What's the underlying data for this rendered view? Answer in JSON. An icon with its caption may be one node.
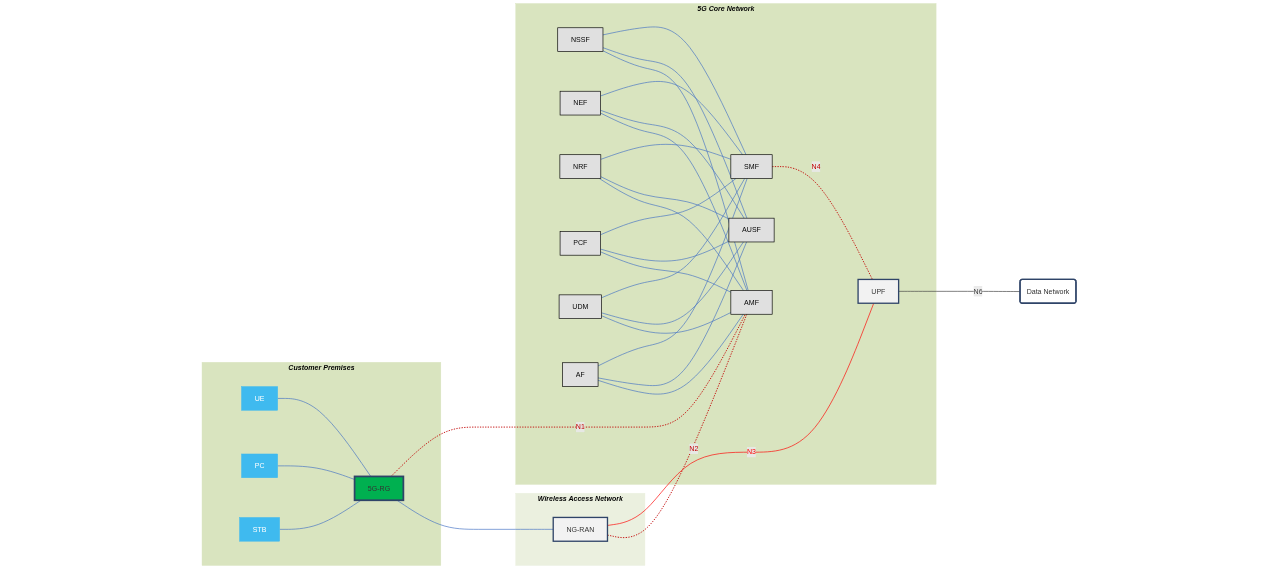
{
  "diagram": {
    "nodes": [
      {
        "text": [
          "Customer Premises"
        ]
      },
      {
        "text": [
          "UE"
        ],
        "in": 0
      },
      {
        "text": [
          "PC"
        ],
        "in": 0
      },
      {
        "text": [
          "STB"
        ],
        "in": 0
      },
      {
        "text": [
          "5G-RG"
        ],
        "in": 0
      },
      {
        "text": [
          "Wireless Access Network"
        ]
      },
      {
        "text": [
          "NG-RAN"
        ],
        "in": 5
      },
      {
        "text": [
          "5G Core Network"
        ]
      },
      {
        "text": [
          "NSSF"
        ],
        "in": 7
      },
      {
        "text": [
          "NEF"
        ],
        "in": 7
      },
      {
        "text": [
          "NRF"
        ],
        "in": 7
      },
      {
        "text": [
          "PCF"
        ],
        "in": 7
      },
      {
        "text": [
          "UDM"
        ],
        "in": 7
      },
      {
        "text": [
          "AF"
        ],
        "in": 7
      },
      {
        "text": [
          "AMF"
        ],
        "in": 7
      },
      {
        "text": [
          "AUSF"
        ],
        "in": 7
      },
      {
        "text": [
          "SMF"
        ],
        "in": 7
      },
      {
        "text": [
          "UPF"
        ],
        "in": 7
      },
      {
        "text": [
          "Data Network"
        ]
      }
    ],
    "edges": [
      {
        "from": 1,
        "to": 4,
        "arrow": "none"
      },
      {
        "from": 2,
        "to": 4,
        "arrow": "none"
      },
      {
        "from": 3,
        "to": 4,
        "arrow": "none"
      },
      {
        "from": 4,
        "to": 6,
        "arrow": "none"
      },
      {
        "from": 4,
        "to": 14,
        "arrow": "none",
        "label": "N1",
        "style": "dashed",
        "color": "#c00000"
      },
      {
        "from": 6,
        "to": 14,
        "arrow": "none",
        "label": "N2",
        "style": "dashed",
        "color": "#c00000"
      },
      {
        "from": 6,
        "to": 17,
        "arrow": "none",
        "label": "N3",
        "color": "#ff0000"
      },
      {
        "from": 16,
        "to": 17,
        "arrow": "none",
        "label": "N4",
        "style": "dashed",
        "color": "#c00000"
      },
      {
        "from": 17,
        "to": 18,
        "arrow": "none",
        "label": "N6",
        "color": "#404040"
      },
      {
        "from": 8,
        "to": 14,
        "arrow": "none"
      },
      {
        "from": 8,
        "to": 15,
        "arrow": "none"
      },
      {
        "from": 8,
        "to": 16,
        "arrow": "none"
      },
      {
        "from": 9,
        "to": 14,
        "arrow": "none"
      },
      {
        "from": 9,
        "to": 15,
        "arrow": "none"
      },
      {
        "from": 9,
        "to": 16,
        "arrow": "none"
      },
      {
        "from": 10,
        "to": 14,
        "arrow": "none"
      },
      {
        "from": 10,
        "to": 15,
        "arrow": "none"
      },
      {
        "from": 10,
        "to": 16,
        "arrow": "none"
      },
      {
        "from": 11,
        "to": 14,
        "arrow": "none"
      },
      {
        "from": 11,
        "to": 15,
        "arrow": "none"
      },
      {
        "from": 11,
        "to": 16,
        "arrow": "none"
      },
      {
        "from": 12,
        "to": 14,
        "arrow": "none"
      },
      {
        "from": 12,
        "to": 15,
        "arrow": "none"
      },
      {
        "from": 12,
        "to": 16,
        "arrow": "none"
      },
      {
        "from": 13,
        "to": 14,
        "arrow": "none"
      },
      {
        "from": 13,
        "to": 15,
        "arrow": "none"
      },
      {
        "from": 13,
        "to": 16,
        "arrow": "none"
      }
    ]
  }
}
